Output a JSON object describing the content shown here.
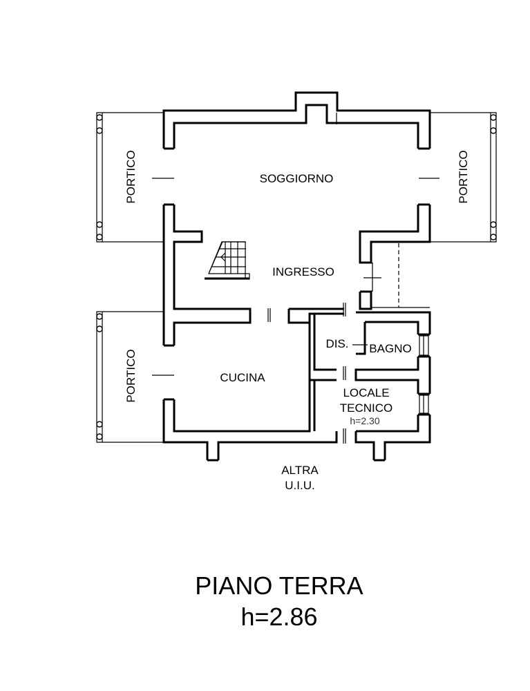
{
  "rooms": {
    "soggiorno": "SOGGIORNO",
    "ingresso": "INGRESSO",
    "cucina": "CUCINA",
    "dis": "DIS.",
    "bagno": "BAGNO",
    "locale_tecnico_line1": "LOCALE",
    "locale_tecnico_line2": "TECNICO",
    "locale_tecnico_height": "h=2.30",
    "portico_left_top": "PORTICO",
    "portico_right_top": "PORTICO",
    "portico_left_bottom": "PORTICO"
  },
  "neighbour": {
    "line1": "ALTRA",
    "line2": "U.I.U."
  },
  "title": {
    "floor": "PIANO TERRA",
    "height": "h=2.86"
  }
}
